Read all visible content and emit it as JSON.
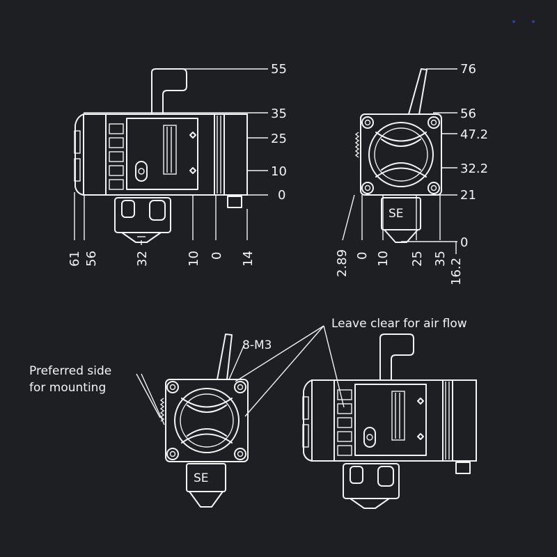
{
  "side_view_right_labels": [
    "55",
    "35",
    "25",
    "10",
    "0"
  ],
  "side_view_bottom_labels": [
    "61",
    "56",
    "32",
    "10",
    "0",
    "14"
  ],
  "front_view_right_labels": [
    "76",
    "56",
    "47.2",
    "32.2",
    "21",
    "0"
  ],
  "front_view_bottom_labels": [
    "2.89",
    "0",
    "10",
    "25",
    "35",
    "16.2"
  ],
  "callouts": {
    "air_flow": "Leave clear for air flow",
    "screws": "8-M3",
    "mounting_line1": "Preferred side",
    "mounting_line2": "for mounting"
  },
  "colors": {
    "background": "#1d1f22",
    "line": "#f4f4f4"
  }
}
